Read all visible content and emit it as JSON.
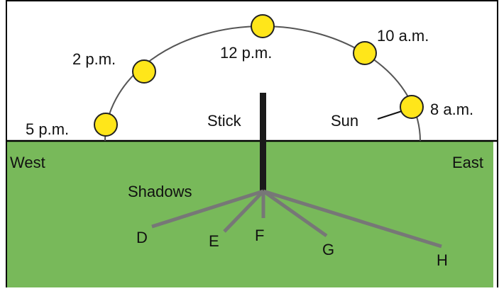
{
  "diagram": {
    "sun_times": [
      "5 p.m.",
      "2 p.m.",
      "12 p.m.",
      "10 a.m.",
      "8 a.m."
    ],
    "sun_label": "Sun",
    "stick_label": "Stick",
    "shadows_label": "Shadows",
    "directions": {
      "west": "West",
      "east": "East"
    },
    "shadow_letters": [
      "D",
      "E",
      "F",
      "G",
      "H"
    ]
  },
  "colors": {
    "sky": "#ffffff",
    "ground": "#78b95a",
    "sun_fill": "#ffe61a",
    "sun_stroke": "#222222",
    "arc": "#555555",
    "stick": "#1a1a1a",
    "shadow": "#777777",
    "border": "#000000"
  }
}
